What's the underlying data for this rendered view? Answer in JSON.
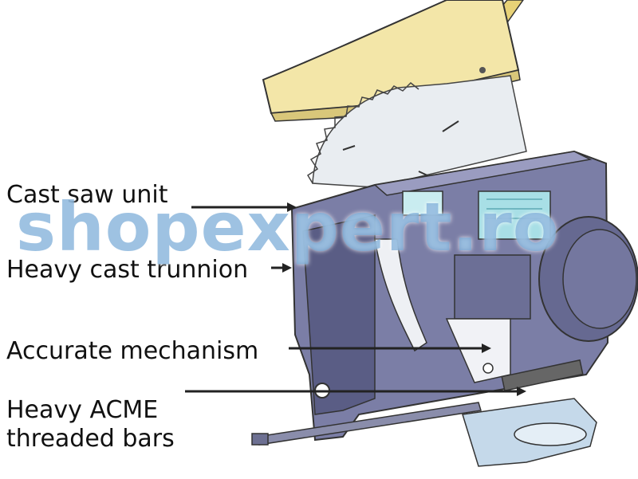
{
  "callouts": {
    "saw_unit": "Cast saw unit",
    "trunnion": "Heavy cast trunnion",
    "mechanism": "Accurate mechanism",
    "acme_line1": "Heavy ACME",
    "acme_line2": "threaded bars"
  },
  "watermark": "shopexpert.ro",
  "colors": {
    "guard": "#f3e6a8",
    "frame": "#7b7ea6",
    "frame_dark": "#5a5d85",
    "blade": "#e9edf1",
    "background": "#ffffff",
    "arrow": "#222222"
  }
}
